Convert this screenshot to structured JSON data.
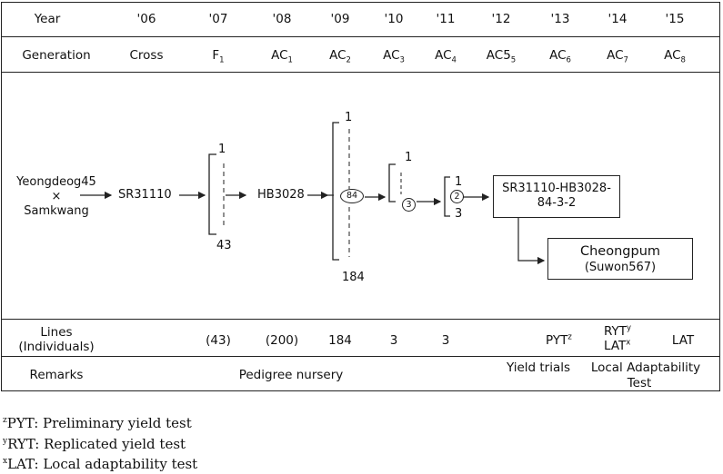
{
  "header": {
    "year_label": "Year",
    "years": [
      "'06",
      "'07",
      "'08",
      "'09",
      "'10",
      "'11",
      "'12",
      "'13",
      "'14",
      "'15"
    ],
    "generation_label": "Generation",
    "generations": [
      {
        "base": "Cross",
        "sub": ""
      },
      {
        "base": "F",
        "sub": "1"
      },
      {
        "base": "AC",
        "sub": "1"
      },
      {
        "base": "AC",
        "sub": "2"
      },
      {
        "base": "AC",
        "sub": "3"
      },
      {
        "base": "AC",
        "sub": "4"
      },
      {
        "base": "AC5",
        "sub": "5"
      },
      {
        "base": "AC",
        "sub": "6"
      },
      {
        "base": "AC",
        "sub": "7"
      },
      {
        "base": "AC",
        "sub": "8"
      }
    ]
  },
  "diagram": {
    "parent_1": "Yeongdeog45",
    "cross_symbol": "×",
    "parent_2": "Samkwang",
    "cross_name": "SR31110",
    "f1_top": "1",
    "f1_bottom": "43",
    "ac1_name": "HB3028",
    "ac2_top": "1",
    "ac2_selected": "84",
    "ac2_bottom": "184",
    "ac3_top": "1",
    "ac3_selected": "3",
    "ac4_top": "1",
    "ac4_selected": "2",
    "ac4_bottom": "3",
    "line_box_1": "SR31110-HB3028-",
    "line_box_2": "84-3-2",
    "variety_name": "Cheongpum",
    "variety_code": "(Suwon567)"
  },
  "lines_row": {
    "label_1": "Lines",
    "label_2": "(Individuals)",
    "v07": "(43)",
    "v08": "(200)",
    "v09": "184",
    "v10": "3",
    "v11": "3",
    "v13": "PYT",
    "v13_sup": "z",
    "v14_a": "RYT",
    "v14_a_sup": "y",
    "v14_b": "LAT",
    "v14_b_sup": "x",
    "v15": "LAT"
  },
  "remarks_row": {
    "label": "Remarks",
    "pedigree": "Pedigree nursery",
    "yield": "Yield trials",
    "local_1": "Local Adaptability",
    "local_2": "Test"
  },
  "footnotes": [
    {
      "mark": "z",
      "text": "PYT: Preliminary yield test"
    },
    {
      "mark": "y",
      "text": "RYT: Replicated yield test"
    },
    {
      "mark": "x",
      "text": "LAT: Local adaptability test"
    }
  ]
}
